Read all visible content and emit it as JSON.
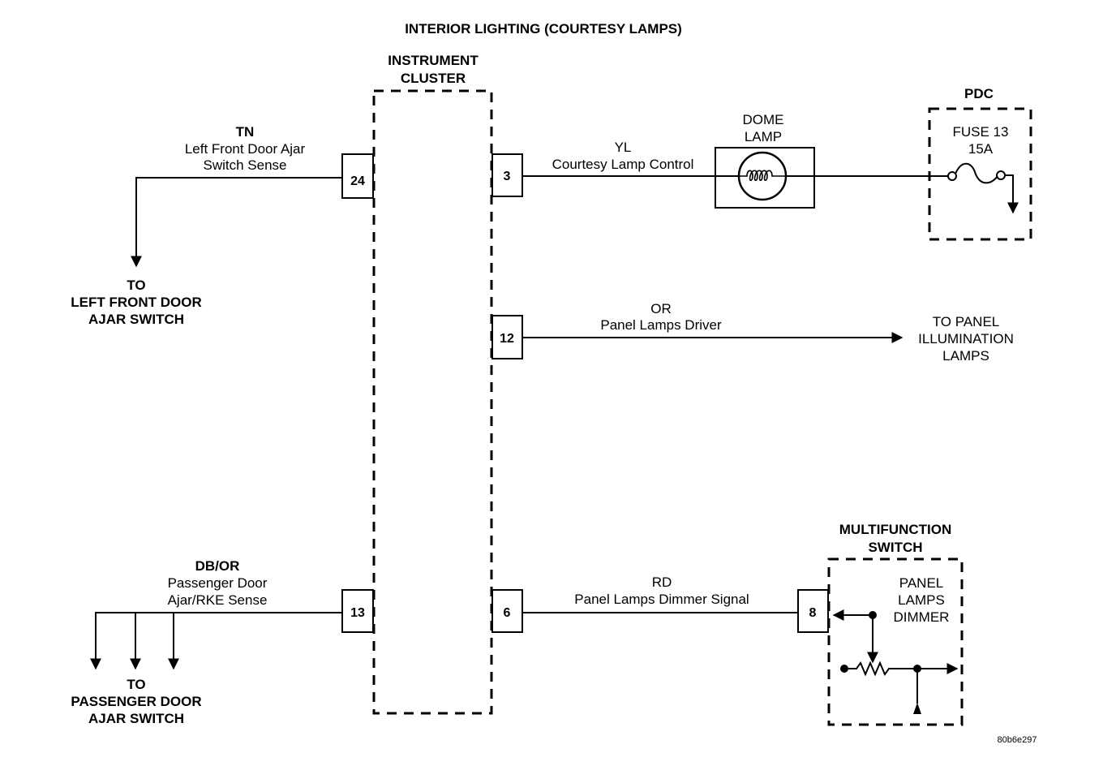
{
  "title": "INTERIOR LIGHTING (COURTESY LAMPS)",
  "figure_id": "80b6e297",
  "components": {
    "instrument_cluster": {
      "line1": "INSTRUMENT",
      "line2": "CLUSTER"
    },
    "dome_lamp": {
      "line1": "DOME",
      "line2": "LAMP"
    },
    "pdc": {
      "label": "PDC",
      "fuse_line1": "FUSE 13",
      "fuse_line2": "15A"
    },
    "multifunction_switch": {
      "line1": "MULTIFUNCTION",
      "line2": "SWITCH",
      "inner1": "PANEL",
      "inner2": "LAMPS",
      "inner3": "DIMMER"
    }
  },
  "pins": {
    "p24": "24",
    "p13": "13",
    "p3": "3",
    "p12": "12",
    "p6": "6",
    "p8": "8"
  },
  "circuits": {
    "tn": {
      "color_code": "TN",
      "desc1": "Left Front Door Ajar",
      "desc2": "Switch Sense"
    },
    "dbor": {
      "color_code": "DB/OR",
      "desc1": "Passenger Door",
      "desc2": "Ajar/RKE Sense"
    },
    "yl": {
      "color_code": "YL",
      "desc1": "Courtesy Lamp Control"
    },
    "or": {
      "color_code": "OR",
      "desc1": "Panel Lamps Driver"
    },
    "rd": {
      "color_code": "RD",
      "desc1": "Panel Lamps Dimmer Signal"
    }
  },
  "destinations": {
    "left_front": {
      "l1": "TO",
      "l2": "LEFT FRONT DOOR",
      "l3": "AJAR SWITCH"
    },
    "passenger": {
      "l1": "TO",
      "l2": "PASSENGER DOOR",
      "l3": "AJAR SWITCH"
    },
    "panel_illum": {
      "l1": "TO PANEL",
      "l2": "ILLUMINATION",
      "l3": "LAMPS"
    }
  }
}
